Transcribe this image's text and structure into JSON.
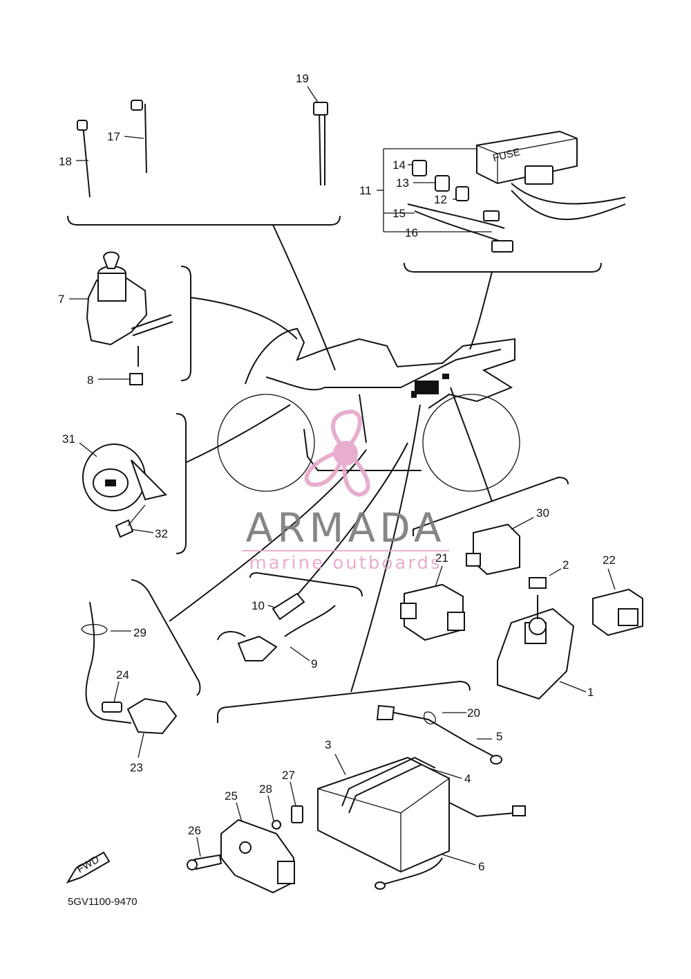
{
  "diagram": {
    "code": "5GV1100-9470",
    "fwd_label": "FWD",
    "fuse_label": "FUSE",
    "callouts": [
      "1",
      "2",
      "3",
      "4",
      "5",
      "6",
      "7",
      "8",
      "9",
      "10",
      "11",
      "12",
      "13",
      "14",
      "15",
      "16",
      "17",
      "18",
      "19",
      "20",
      "21",
      "22",
      "23",
      "24",
      "25",
      "26",
      "27",
      "28",
      "29",
      "30",
      "31",
      "32"
    ]
  },
  "watermark": {
    "brand": "ARMADA",
    "tagline": "marine outboards",
    "accent_color": "#e6a6c8",
    "text_color": "#7a7a7a"
  }
}
